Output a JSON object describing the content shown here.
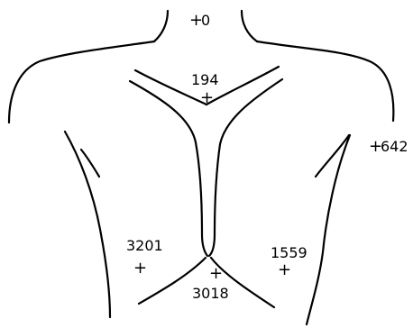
{
  "figure": {
    "colors": {
      "line": "#000000",
      "background": "#ffffff"
    },
    "points": [
      {
        "id": "neck",
        "value": "0"
      },
      {
        "id": "sternal-notch",
        "value": "194"
      },
      {
        "id": "right-shoulder",
        "value": "642"
      },
      {
        "id": "right-chest",
        "value": "3201"
      },
      {
        "id": "sternum-lower",
        "value": "3018"
      },
      {
        "id": "left-chest",
        "value": "1559"
      }
    ]
  }
}
